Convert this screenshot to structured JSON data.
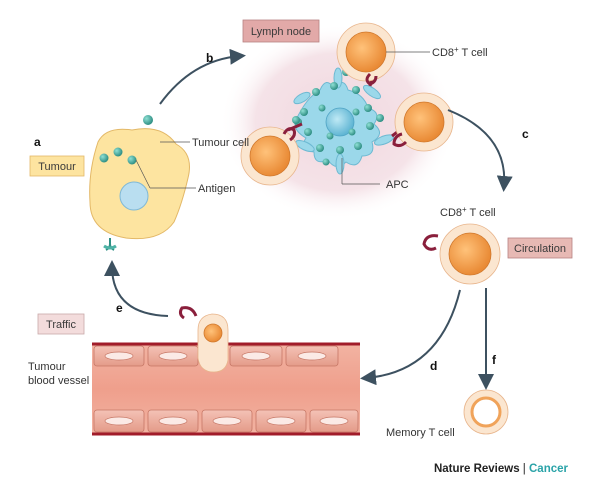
{
  "labels": {
    "lymph_node": "Lymph node",
    "cd8_top": "CD8",
    "cd8_top_rest": " T cell",
    "cd8_circ": "CD8",
    "cd8_circ_rest": " T cell",
    "superscript_plus": "+",
    "tumour_cell": "Tumour cell",
    "antigen": "Antigen",
    "apc": "APC",
    "tumour_box": "Tumour",
    "circulation": "Circulation",
    "traffic": "Traffic",
    "blood_vessel_line1": "Tumour",
    "blood_vessel_line2": "blood vessel",
    "memory_t_cell": "Memory T cell"
  },
  "steps": {
    "a": "a",
    "b": "b",
    "c": "c",
    "d": "d",
    "e": "e",
    "f": "f"
  },
  "footer": {
    "brand": "Nature Reviews",
    "separator": " | ",
    "journal": "Cancer"
  },
  "colors": {
    "orange_cell": "#f5a04e",
    "orange_dark": "#d9782a",
    "halo": "#fbe6d0",
    "tumour_fill": "#fde4a0",
    "tumour_stroke": "#e3b867",
    "teal": "#4fb3a6",
    "teal_dark": "#2f8f84",
    "apc_blue": "#8fd3e8",
    "receptor": "#8a1f3c",
    "vessel_red": "#e8a090",
    "vessel_line": "#a11c2a",
    "arrow": "#3d5160",
    "lymph_bg": "#f2dde3",
    "box_pink": "#e7b9b4",
    "journal_teal": "#2aa3a8"
  }
}
